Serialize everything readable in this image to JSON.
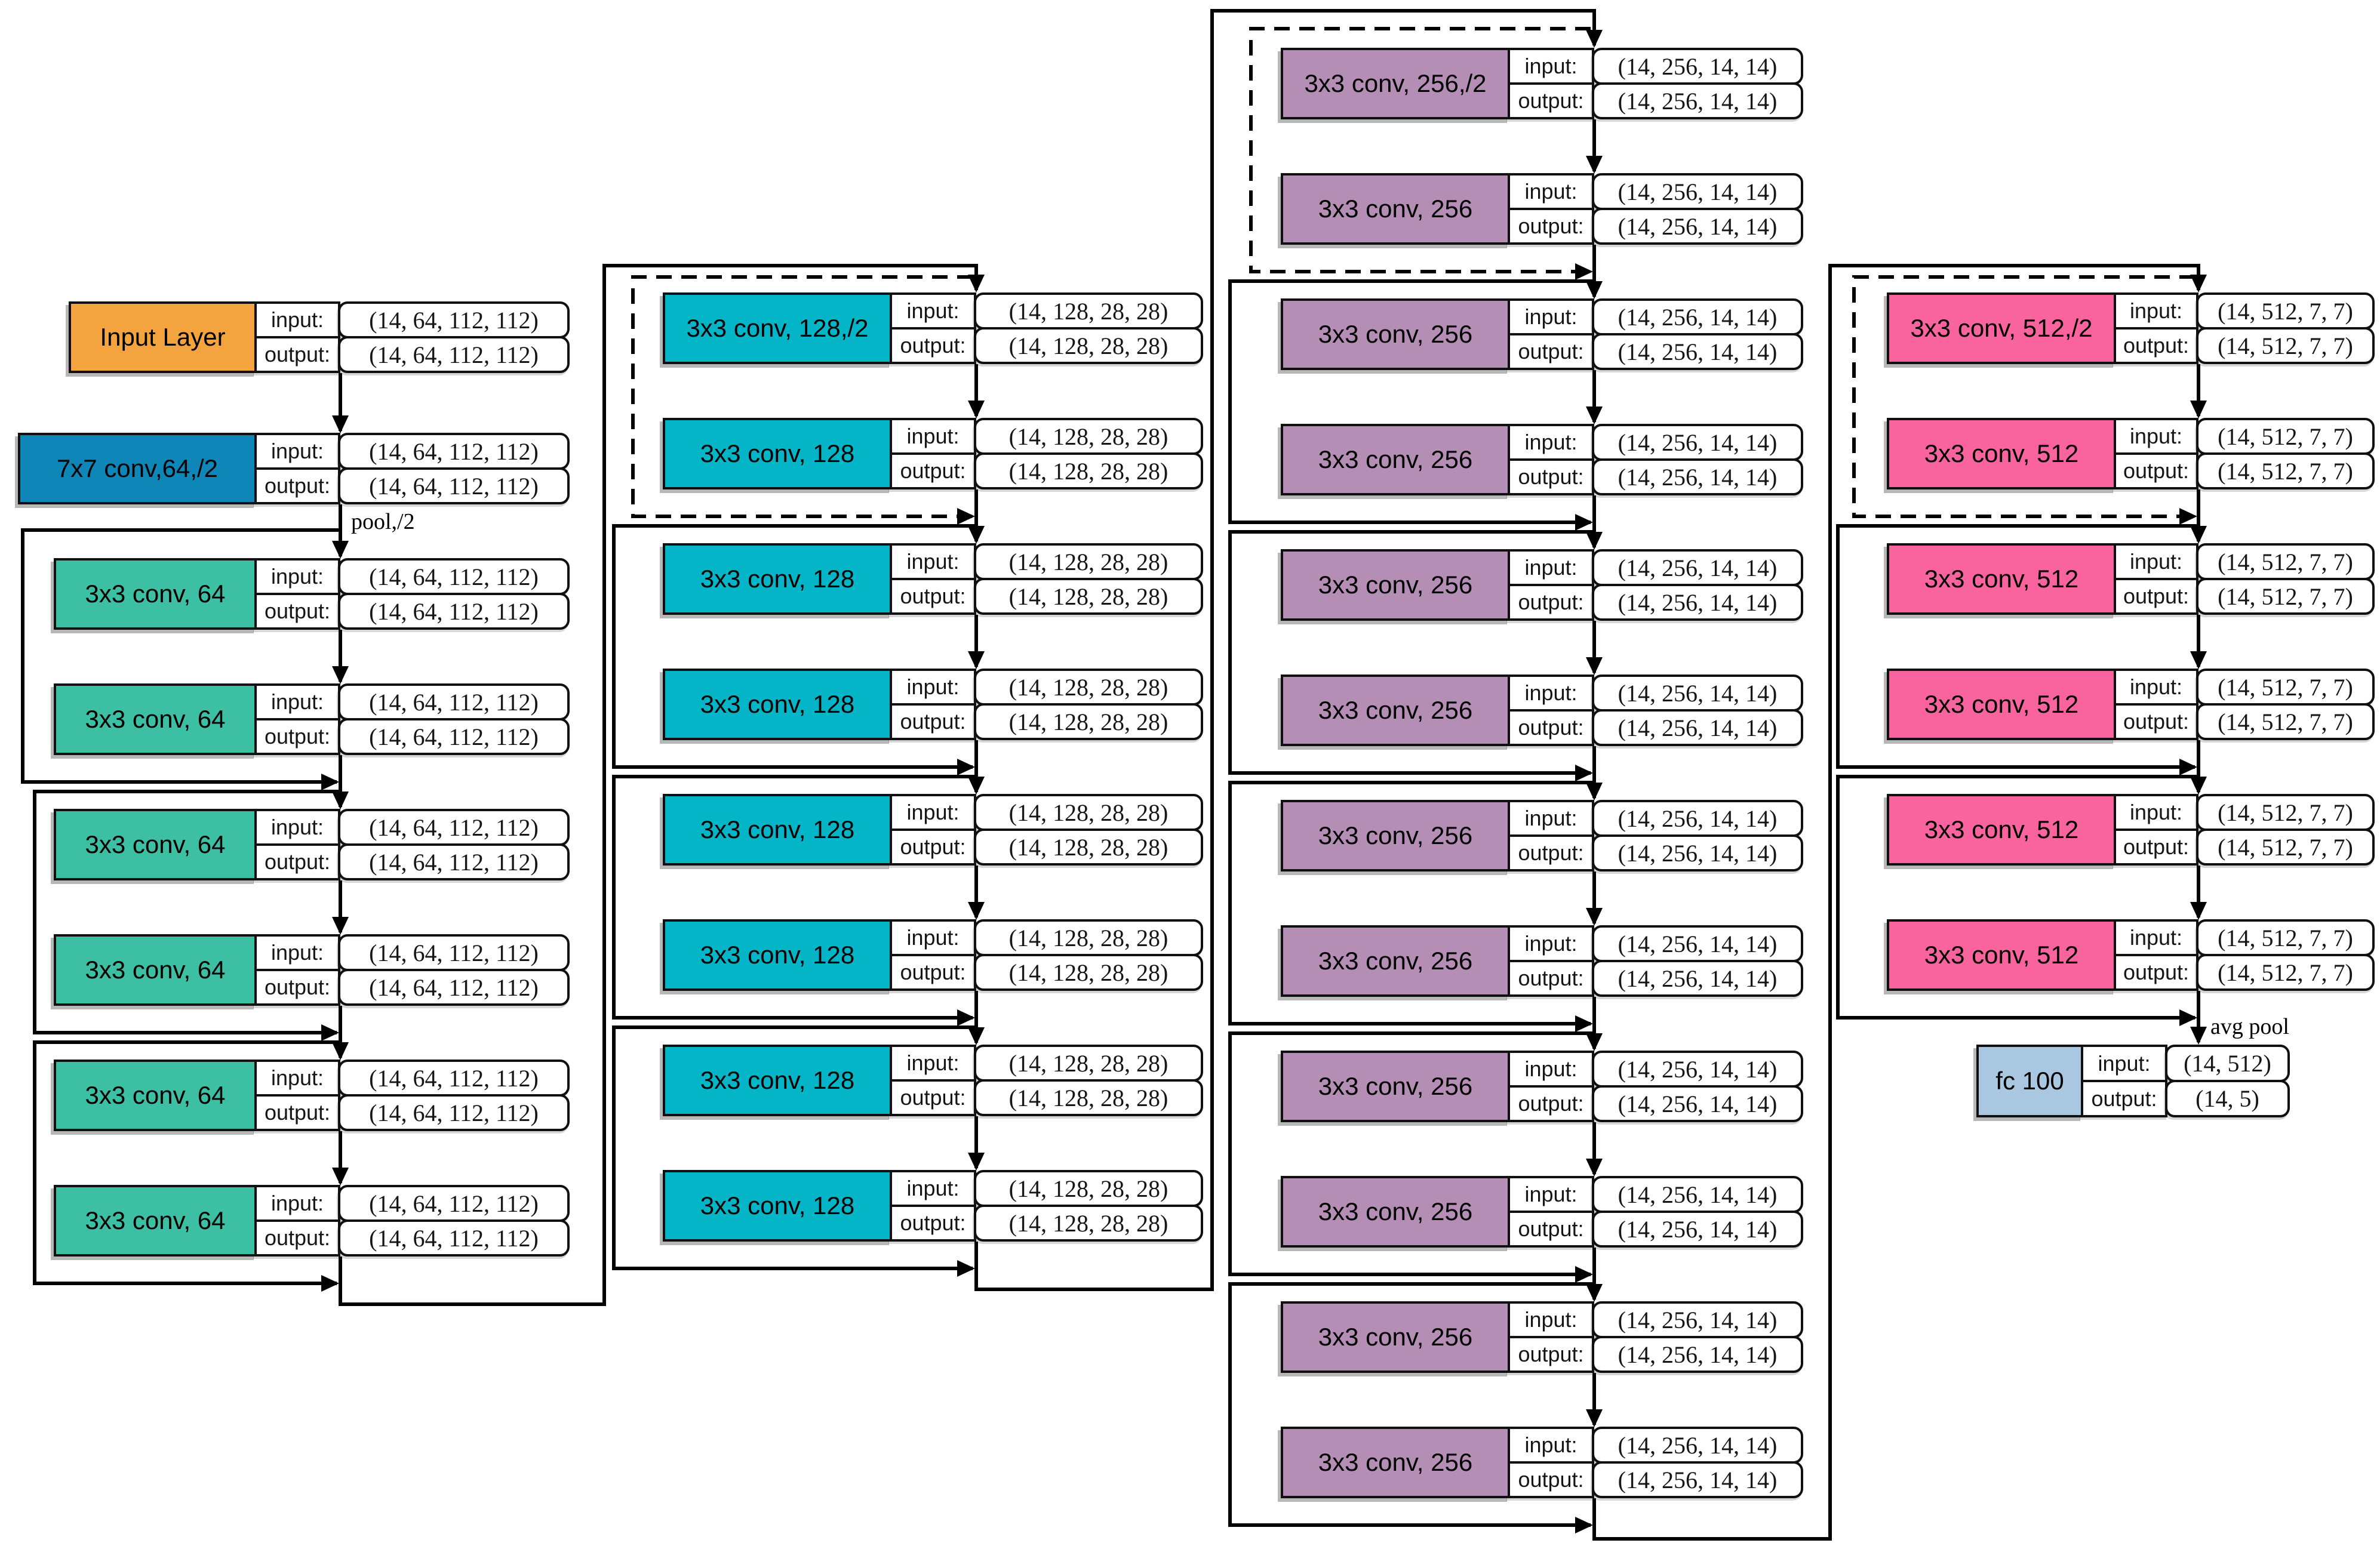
{
  "labels": {
    "input": "input:",
    "output": "output:",
    "pool": "pool,/2",
    "avg_pool": "avg pool"
  },
  "stages": [
    {
      "name": "stem-and-stage-64",
      "blocks": [
        {
          "label": "Input Layer",
          "color": "#F4A43F",
          "input": "(14, 64, 112, 112)",
          "output": "(14, 64, 112, 112)"
        },
        {
          "label": "7x7 conv,64,/2",
          "color": "#0E86B8",
          "input": "(14, 64, 112, 112)",
          "output": "(14, 64, 112, 112)"
        },
        {
          "label": "3x3 conv, 64",
          "color": "#3DBFA4",
          "input": "(14, 64, 112, 112)",
          "output": "(14, 64, 112, 112)"
        },
        {
          "label": "3x3 conv, 64",
          "color": "#3DBFA4",
          "input": "(14, 64, 112, 112)",
          "output": "(14, 64, 112, 112)"
        },
        {
          "label": "3x3 conv, 64",
          "color": "#3DBFA4",
          "input": "(14, 64, 112, 112)",
          "output": "(14, 64, 112, 112)"
        },
        {
          "label": "3x3 conv, 64",
          "color": "#3DBFA4",
          "input": "(14, 64, 112, 112)",
          "output": "(14, 64, 112, 112)"
        },
        {
          "label": "3x3 conv, 64",
          "color": "#3DBFA4",
          "input": "(14, 64, 112, 112)",
          "output": "(14, 64, 112, 112)"
        },
        {
          "label": "3x3 conv, 64",
          "color": "#3DBFA4",
          "input": "(14, 64, 112, 112)",
          "output": "(14, 64, 112, 112)"
        }
      ]
    },
    {
      "name": "stage-128",
      "blocks": [
        {
          "label": "3x3 conv, 128,/2",
          "color": "#03B5C6",
          "input": "(14, 128, 28, 28)",
          "output": "(14, 128, 28, 28)"
        },
        {
          "label": "3x3 conv, 128",
          "color": "#03B5C6",
          "input": "(14, 128, 28, 28)",
          "output": "(14, 128, 28, 28)"
        },
        {
          "label": "3x3 conv, 128",
          "color": "#03B5C6",
          "input": "(14, 128, 28, 28)",
          "output": "(14, 128, 28, 28)"
        },
        {
          "label": "3x3 conv, 128",
          "color": "#03B5C6",
          "input": "(14, 128, 28, 28)",
          "output": "(14, 128, 28, 28)"
        },
        {
          "label": "3x3 conv, 128",
          "color": "#03B5C6",
          "input": "(14, 128, 28, 28)",
          "output": "(14, 128, 28, 28)"
        },
        {
          "label": "3x3 conv, 128",
          "color": "#03B5C6",
          "input": "(14, 128, 28, 28)",
          "output": "(14, 128, 28, 28)"
        },
        {
          "label": "3x3 conv, 128",
          "color": "#03B5C6",
          "input": "(14, 128, 28, 28)",
          "output": "(14, 128, 28, 28)"
        },
        {
          "label": "3x3 conv, 128",
          "color": "#03B5C6",
          "input": "(14, 128, 28, 28)",
          "output": "(14, 128, 28, 28)"
        }
      ]
    },
    {
      "name": "stage-256",
      "blocks": [
        {
          "label": "3x3 conv, 256,/2",
          "color": "#B58EB6",
          "input": "(14, 256, 14, 14)",
          "output": "(14, 256, 14, 14)"
        },
        {
          "label": "3x3 conv, 256",
          "color": "#B58EB6",
          "input": "(14, 256, 14, 14)",
          "output": "(14, 256, 14, 14)"
        },
        {
          "label": "3x3 conv, 256",
          "color": "#B58EB6",
          "input": "(14, 256, 14, 14)",
          "output": "(14, 256, 14, 14)"
        },
        {
          "label": "3x3 conv, 256",
          "color": "#B58EB6",
          "input": "(14, 256, 14, 14)",
          "output": "(14, 256, 14, 14)"
        },
        {
          "label": "3x3 conv, 256",
          "color": "#B58EB6",
          "input": "(14, 256, 14, 14)",
          "output": "(14, 256, 14, 14)"
        },
        {
          "label": "3x3 conv, 256",
          "color": "#B58EB6",
          "input": "(14, 256, 14, 14)",
          "output": "(14, 256, 14, 14)"
        },
        {
          "label": "3x3 conv, 256",
          "color": "#B58EB6",
          "input": "(14, 256, 14, 14)",
          "output": "(14, 256, 14, 14)"
        },
        {
          "label": "3x3 conv, 256",
          "color": "#B58EB6",
          "input": "(14, 256, 14, 14)",
          "output": "(14, 256, 14, 14)"
        },
        {
          "label": "3x3 conv, 256",
          "color": "#B58EB6",
          "input": "(14, 256, 14, 14)",
          "output": "(14, 256, 14, 14)"
        },
        {
          "label": "3x3 conv, 256",
          "color": "#B58EB6",
          "input": "(14, 256, 14, 14)",
          "output": "(14, 256, 14, 14)"
        },
        {
          "label": "3x3 conv, 256",
          "color": "#B58EB6",
          "input": "(14, 256, 14, 14)",
          "output": "(14, 256, 14, 14)"
        },
        {
          "label": "3x3 conv, 256",
          "color": "#B58EB6",
          "input": "(14, 256, 14, 14)",
          "output": "(14, 256, 14, 14)"
        }
      ]
    },
    {
      "name": "stage-512",
      "blocks": [
        {
          "label": "3x3 conv, 512,/2",
          "color": "#F9639E",
          "input": "(14, 512, 7, 7)",
          "output": "(14, 512, 7, 7)"
        },
        {
          "label": "3x3 conv, 512",
          "color": "#F9639E",
          "input": "(14, 512, 7, 7)",
          "output": "(14, 512, 7, 7)"
        },
        {
          "label": "3x3 conv, 512",
          "color": "#F9639E",
          "input": "(14, 512, 7, 7)",
          "output": "(14, 512, 7, 7)"
        },
        {
          "label": "3x3 conv, 512",
          "color": "#F9639E",
          "input": "(14, 512, 7, 7)",
          "output": "(14, 512, 7, 7)"
        },
        {
          "label": "3x3 conv, 512",
          "color": "#F9639E",
          "input": "(14, 512, 7, 7)",
          "output": "(14, 512, 7, 7)"
        },
        {
          "label": "3x3 conv, 512",
          "color": "#F9639E",
          "input": "(14, 512, 7, 7)",
          "output": "(14, 512, 7, 7)"
        }
      ]
    },
    {
      "name": "head",
      "blocks": [
        {
          "label": "fc 100",
          "color": "#A9C7E0",
          "input": "(14, 512)",
          "output": "(14, 5)"
        }
      ]
    }
  ]
}
